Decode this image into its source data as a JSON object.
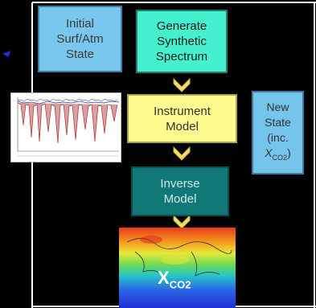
{
  "boxes": {
    "initial": "Initial\nSurf/Atm\nState",
    "generate": "Generate\nSynthetic\nSpectrum",
    "instrument": "Instrument\nModel",
    "inverse": "Inverse\nModel",
    "new_state": "New\nState\n(inc.",
    "new_state_var": "X",
    "new_state_sub": "CO2",
    "new_state_close": ")"
  },
  "map_label": {
    "x": "X",
    "sub": "CO2"
  },
  "colors": {
    "initial": "#79c7ee",
    "generate": "#45f0cf",
    "instrument": "#fffb8f",
    "inverse": "#117878",
    "new_state": "#74c4ec",
    "down_arrow": "#f2dc6a"
  }
}
